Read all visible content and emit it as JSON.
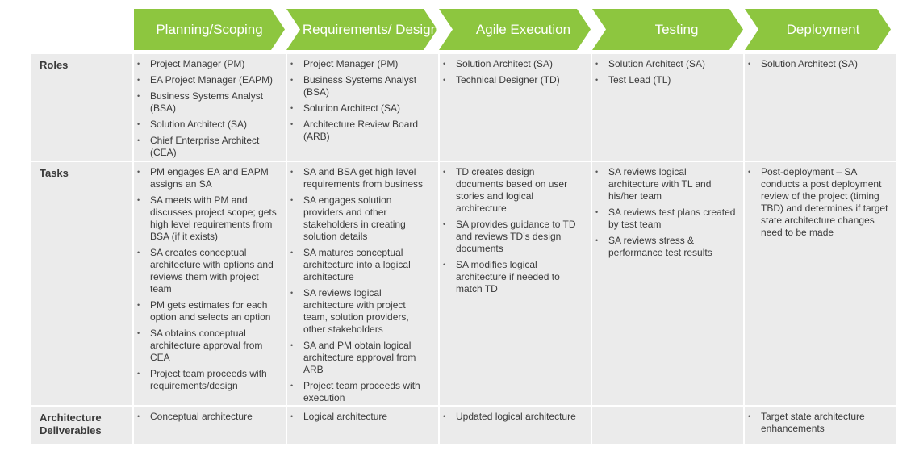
{
  "colors": {
    "chevron": "#8dc63f",
    "cell_bg": "#ebebeb",
    "text": "#3a3a3a"
  },
  "phases": [
    "Planning/Scoping",
    "Requirements/ Design",
    "Agile Execution",
    "Testing",
    "Deployment"
  ],
  "rows": [
    {
      "label": "Roles",
      "cells": [
        [
          "Project Manager (PM)",
          "EA Project Manager (EAPM)",
          "Business Systems Analyst (BSA)",
          "Solution Architect (SA)",
          "Chief Enterprise Architect (CEA)"
        ],
        [
          "Project Manager (PM)",
          "Business Systems Analyst (BSA)",
          "Solution Architect (SA)",
          "Architecture Review Board (ARB)"
        ],
        [
          "Solution Architect (SA)",
          "Technical Designer (TD)"
        ],
        [
          "Solution Architect (SA)",
          "Test Lead (TL)"
        ],
        [
          "Solution Architect (SA)"
        ]
      ]
    },
    {
      "label": "Tasks",
      "cells": [
        [
          "PM engages EA and EAPM assigns an SA",
          "SA meets with PM and discusses project scope; gets high level requirements from BSA (if it exists)",
          "SA creates conceptual architecture with options and reviews them with project team",
          "PM gets estimates for each option and selects an option",
          "SA obtains conceptual architecture approval from CEA",
          "Project team proceeds with requirements/design"
        ],
        [
          "SA and BSA get high level requirements from business",
          "SA engages solution providers and other stakeholders in creating solution details",
          "SA matures conceptual architecture into a logical architecture",
          "SA reviews logical architecture with project team, solution providers, other stakeholders",
          "SA and PM obtain logical architecture approval from ARB",
          "Project team proceeds with execution"
        ],
        [
          "TD creates design documents based on user stories and logical architecture",
          "SA provides guidance to TD and reviews TD’s design documents",
          "SA modifies logical architecture if needed to match TD"
        ],
        [
          "SA reviews logical architecture with TL and his/her team",
          "SA reviews test plans created by test team",
          "SA reviews stress & performance test results"
        ],
        [
          "Post-deployment – SA conducts a post deployment review of the project (timing TBD) and determines if target state architecture changes need to be made"
        ]
      ]
    },
    {
      "label": "Architecture Deliverables",
      "cells": [
        [
          "Conceptual architecture"
        ],
        [
          "Logical architecture"
        ],
        [
          "Updated logical architecture"
        ],
        [],
        [
          "Target state architecture enhancements"
        ]
      ]
    }
  ]
}
